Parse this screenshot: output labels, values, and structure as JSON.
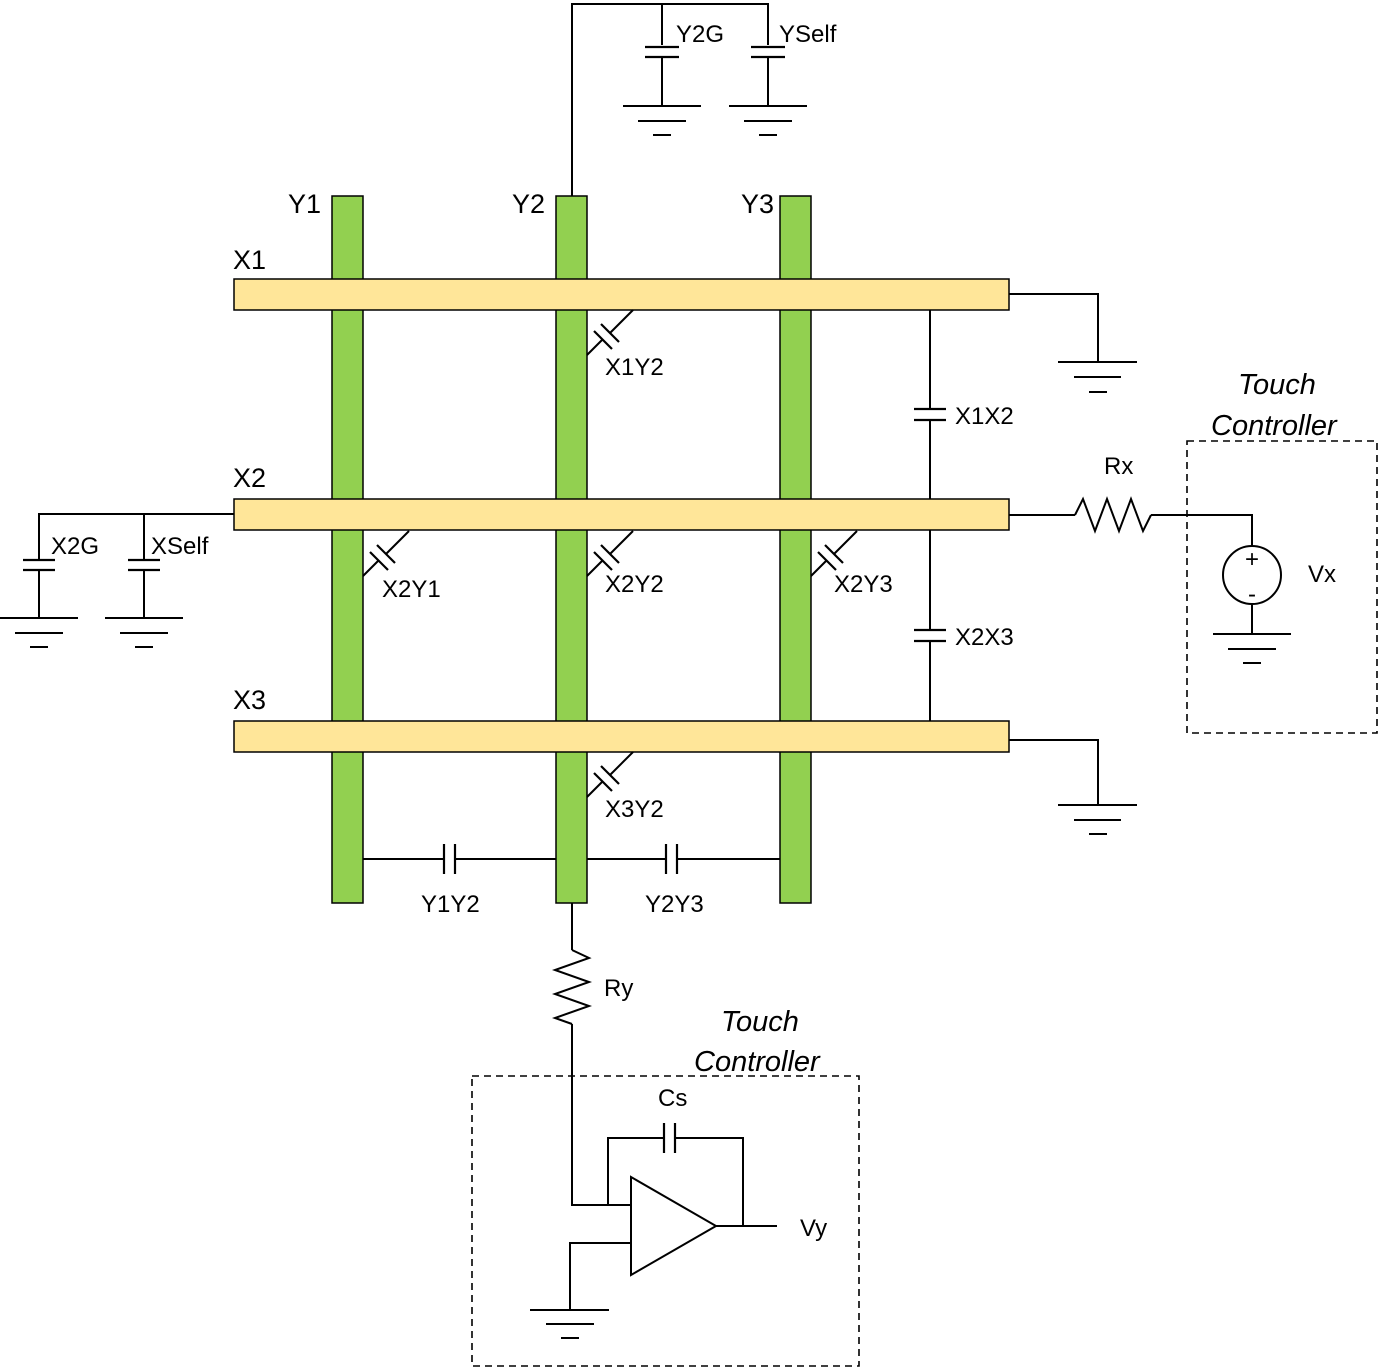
{
  "electrodes": {
    "y": [
      {
        "label": "Y1",
        "color": "#92d050"
      },
      {
        "label": "Y2",
        "color": "#92d050"
      },
      {
        "label": "Y3",
        "color": "#92d050"
      }
    ],
    "x": [
      {
        "label": "X1",
        "color": "#ffe699"
      },
      {
        "label": "X2",
        "color": "#ffe699"
      },
      {
        "label": "X3",
        "color": "#ffe699"
      }
    ]
  },
  "capacitors": {
    "y2g": "Y2G",
    "yself": "YSelf",
    "x2g": "X2G",
    "xself": "XSelf",
    "x1y2": "X1Y2",
    "x2y1": "X2Y1",
    "x2y2": "X2Y2",
    "x2y3": "X2Y3",
    "x3y2": "X3Y2",
    "x1x2": "X1X2",
    "x2x3": "X2X3",
    "y1y2": "Y1Y2",
    "y2y3": "Y2Y3",
    "cs": "Cs"
  },
  "resistors": {
    "rx": "Rx",
    "ry": "Ry"
  },
  "sources": {
    "vx": "Vx",
    "vx_plus": "+",
    "vx_minus": "-",
    "vy": "Vy"
  },
  "touch_controller_x": {
    "line1": "Touch",
    "line2": "Controller"
  },
  "touch_controller_y": {
    "line1": "Touch",
    "line2": "Controller"
  }
}
